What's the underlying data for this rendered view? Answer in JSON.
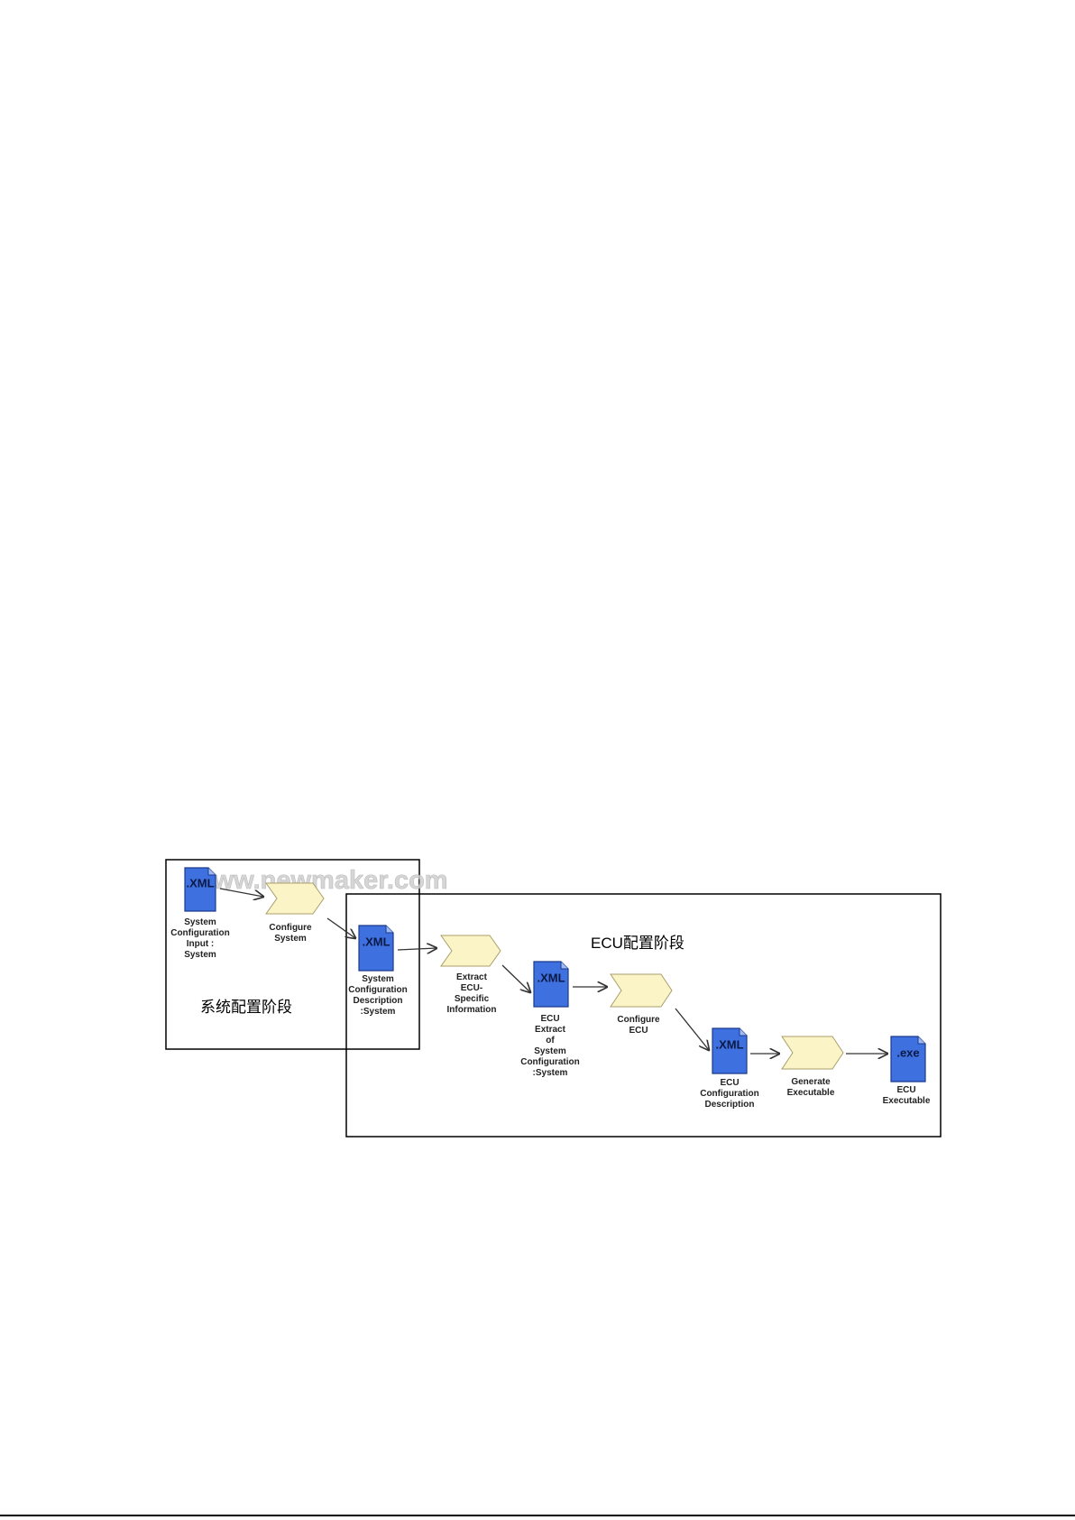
{
  "colors": {
    "doc_fill": "#3f70e0",
    "doc_stroke": "#1a3a8c",
    "process_fill": "#fbf4c7",
    "process_stroke": "#a89f6a",
    "box_stroke": "#000000",
    "watermark": "#c9c9c9"
  },
  "watermark": "www.newmaker.com",
  "stages": {
    "system": {
      "title": "系统配置阶段"
    },
    "ecu": {
      "title": "ECU配置阶段"
    }
  },
  "nodes": [
    {
      "id": "sys-config-input",
      "kind": "document",
      "icon_label": ".XML",
      "label_lines": [
        "System",
        "Configuration",
        "Input :",
        "System"
      ]
    },
    {
      "id": "configure-system",
      "kind": "process",
      "label_lines": [
        "Configure",
        "System"
      ]
    },
    {
      "id": "sys-config-description",
      "kind": "document",
      "icon_label": ".XML",
      "label_lines": [
        "System",
        "Configuration",
        "Description",
        ":System"
      ]
    },
    {
      "id": "extract-ecu-info",
      "kind": "process",
      "label_lines": [
        "Extract",
        "ECU-",
        "Specific",
        "Information"
      ]
    },
    {
      "id": "ecu-extract",
      "kind": "document",
      "icon_label": ".XML",
      "label_lines": [
        "ECU",
        "Extract",
        "of",
        "System",
        "Configuration",
        ":System"
      ]
    },
    {
      "id": "configure-ecu",
      "kind": "process",
      "label_lines": [
        "Configure",
        "ECU"
      ]
    },
    {
      "id": "ecu-config-description",
      "kind": "document",
      "icon_label": ".XML",
      "label_lines": [
        "ECU",
        "Configuration",
        "Description"
      ]
    },
    {
      "id": "generate-executable",
      "kind": "process",
      "label_lines": [
        "Generate",
        "Executable"
      ]
    },
    {
      "id": "ecu-executable",
      "kind": "document",
      "icon_label": ".exe",
      "label_lines": [
        "ECU",
        "Executable"
      ]
    }
  ],
  "edges": [
    {
      "from": "sys-config-input",
      "to": "configure-system"
    },
    {
      "from": "configure-system",
      "to": "sys-config-description"
    },
    {
      "from": "sys-config-description",
      "to": "extract-ecu-info"
    },
    {
      "from": "extract-ecu-info",
      "to": "ecu-extract"
    },
    {
      "from": "ecu-extract",
      "to": "configure-ecu"
    },
    {
      "from": "configure-ecu",
      "to": "ecu-config-description"
    },
    {
      "from": "ecu-config-description",
      "to": "generate-executable"
    },
    {
      "from": "generate-executable",
      "to": "ecu-executable"
    }
  ]
}
